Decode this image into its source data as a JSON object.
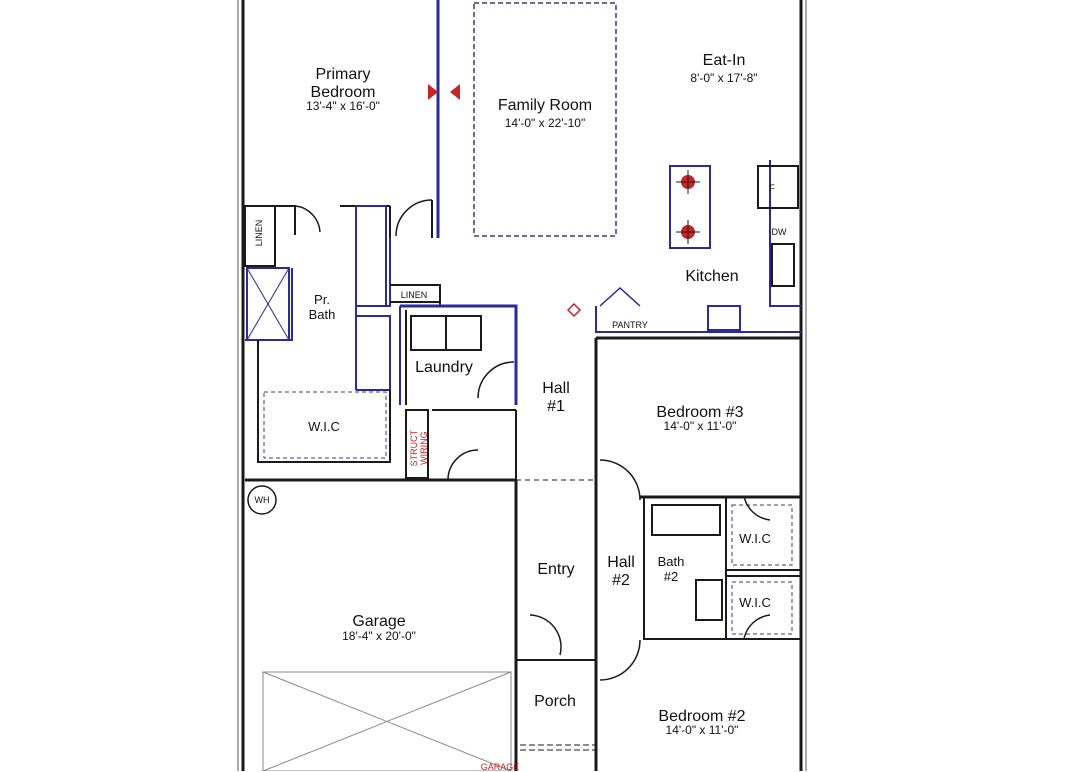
{
  "colors": {
    "wall": "#1a1a1a",
    "accent": "#2a2a9a",
    "dashed": "#3a3a8a",
    "red": "#cc2222"
  },
  "rooms": {
    "primary_bedroom": {
      "name_line1": "Primary",
      "name_line2": "Bedroom",
      "dims": "13'-4\" x 16'-0\""
    },
    "family_room": {
      "name": "Family Room",
      "dims": "14'-0\" x 22'-10\""
    },
    "eat_in": {
      "name": "Eat-In",
      "dims": "8'-0\" x 17'-8\""
    },
    "kitchen": {
      "name": "Kitchen"
    },
    "pr_bath": {
      "line1": "Pr.",
      "line2": "Bath"
    },
    "laundry": {
      "name": "Laundry"
    },
    "hall1": {
      "line1": "Hall",
      "line2": "#1"
    },
    "wic_primary": {
      "name": "W.I.C"
    },
    "bedroom3": {
      "name": "Bedroom #3",
      "dims": "14'-0\" x 11'-0\""
    },
    "garage": {
      "name": "Garage",
      "dims": "18'-4\" x 20'-0\""
    },
    "entry": {
      "name": "Entry"
    },
    "hall2": {
      "line1": "Hall",
      "line2": "#2"
    },
    "bath2": {
      "line1": "Bath",
      "line2": "#2"
    },
    "wic_upper": {
      "name": "W.I.C"
    },
    "wic_lower": {
      "name": "W.I.C"
    },
    "porch": {
      "name": "Porch"
    },
    "bedroom2": {
      "name": "Bedroom #2",
      "dims": "14'-0\" x 11'-0\""
    }
  },
  "fixtures": {
    "linen_primary": "LINEN",
    "linen_bath": "LINEN",
    "pantry": "PANTRY",
    "dw": "DW",
    "fridge": "F",
    "water_heater": "WH",
    "structured_wiring_line1": "STRUCT",
    "structured_wiring_line2": "WIRING",
    "garage_label": "GARAGE"
  }
}
